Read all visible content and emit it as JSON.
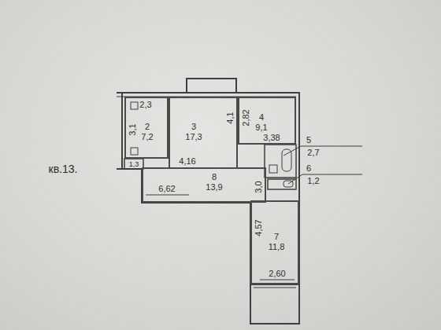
{
  "diagram": {
    "nodes": [
      {
        "text": [
          "2",
          "7,2"
        ]
      },
      {
        "text": [
          "3",
          "17,3"
        ]
      },
      {
        "text": [
          "4",
          "9,1"
        ]
      },
      {
        "text": [
          "8",
          "13,9"
        ]
      },
      {
        "text": [
          "7",
          "11,8"
        ]
      }
    ],
    "labels": [
      "кв.13.",
      "2,3",
      "3,1",
      "1,3",
      "4,1",
      "4,16",
      "2,82",
      "3,38",
      "5",
      "2,7",
      "6",
      "1,2",
      "6,62",
      "3,0",
      "4,57",
      "2,60"
    ]
  }
}
